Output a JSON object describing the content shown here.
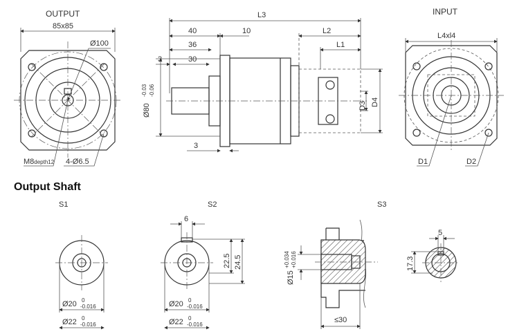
{
  "views": {
    "output": {
      "title": "OUTPUT",
      "square": "85x85",
      "pcd": "Ø100",
      "thread": "M8",
      "thread_depth": "depth12",
      "holes": "4-Ø6.5"
    },
    "side": {
      "l3": "L3",
      "d40": "40",
      "d10": "10",
      "d36": "36",
      "d30": "30",
      "d3a": "3",
      "d3b": "3",
      "l2": "L2",
      "l1": "L1",
      "d80": "Ø80",
      "d80_tol_upper": "-0.03",
      "d80_tol_lower": "-0.06",
      "d3": "D3",
      "d4": "D4"
    },
    "input": {
      "title": "INPUT",
      "square": "L4xl4",
      "d1": "D1",
      "d2": "D2"
    }
  },
  "output_shaft": {
    "heading": "Output Shaft",
    "s1": {
      "label": "S1",
      "dia1": "Ø20",
      "dia1_tol_upper": "0",
      "dia1_tol_lower": "-0.016",
      "dia2": "Ø22",
      "dia2_tol_upper": "0",
      "dia2_tol_lower": "-0.016"
    },
    "s2": {
      "label": "S2",
      "key": "6",
      "h1": "22.5",
      "h2": "24.5",
      "dia1": "Ø20",
      "dia1_tol_upper": "0",
      "dia1_tol_lower": "-0.016",
      "dia2": "Ø22",
      "dia2_tol_upper": "0",
      "dia2_tol_lower": "-0.016"
    },
    "s3": {
      "label": "S3",
      "bore": "Ø15",
      "bore_tol_upper": "+0.034",
      "bore_tol_lower": "+0.016",
      "length": "≤30",
      "key": "5",
      "depth": "17.3"
    }
  }
}
